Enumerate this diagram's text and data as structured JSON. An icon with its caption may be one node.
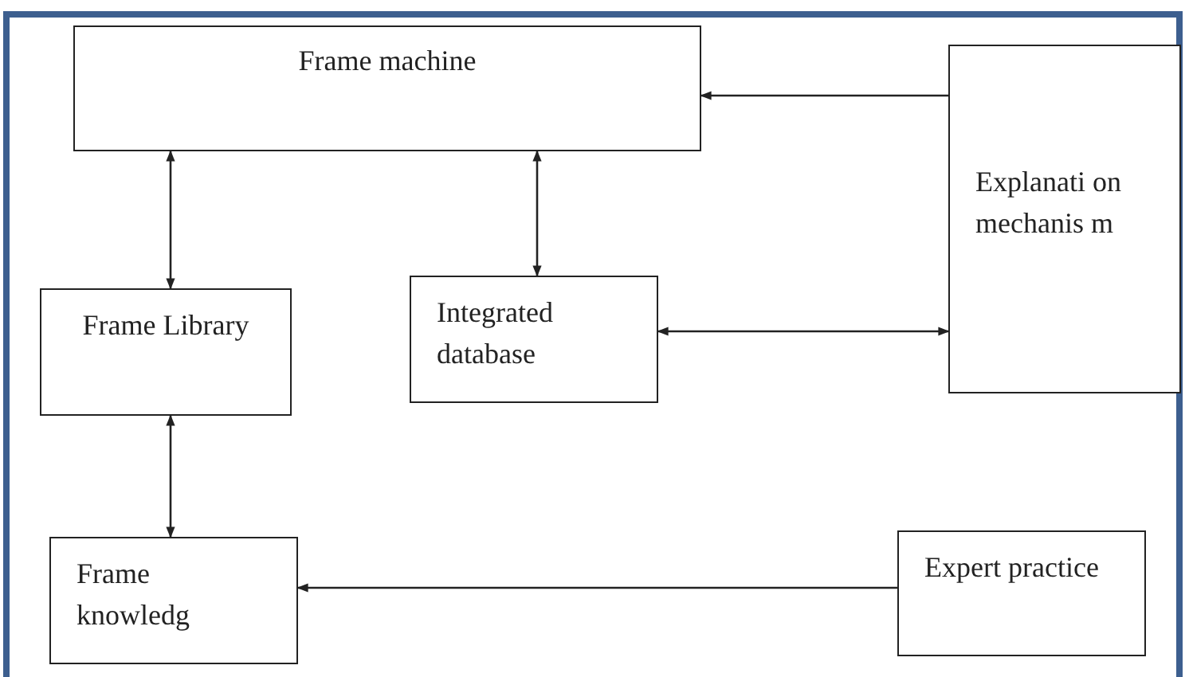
{
  "diagram": {
    "nodes": [
      {
        "text": [
          "Frame machine"
        ]
      },
      {
        "text": [
          "Explanati on mechanis m"
        ]
      },
      {
        "text": [
          "Frame Library"
        ]
      },
      {
        "text": [
          "Integrated database"
        ]
      },
      {
        "text": [
          "Frame knowledg"
        ]
      },
      {
        "text": [
          "Expert practice"
        ]
      }
    ],
    "edges": [
      {
        "from": 1,
        "to": 0,
        "arrow": "to"
      },
      {
        "from": 0,
        "to": 2,
        "arrow": "both"
      },
      {
        "from": 0,
        "to": 3,
        "arrow": "both"
      },
      {
        "from": 3,
        "to": 1,
        "arrow": "both"
      },
      {
        "from": 2,
        "to": 4,
        "arrow": "both"
      },
      {
        "from": 5,
        "to": 4,
        "arrow": "to"
      }
    ]
  }
}
